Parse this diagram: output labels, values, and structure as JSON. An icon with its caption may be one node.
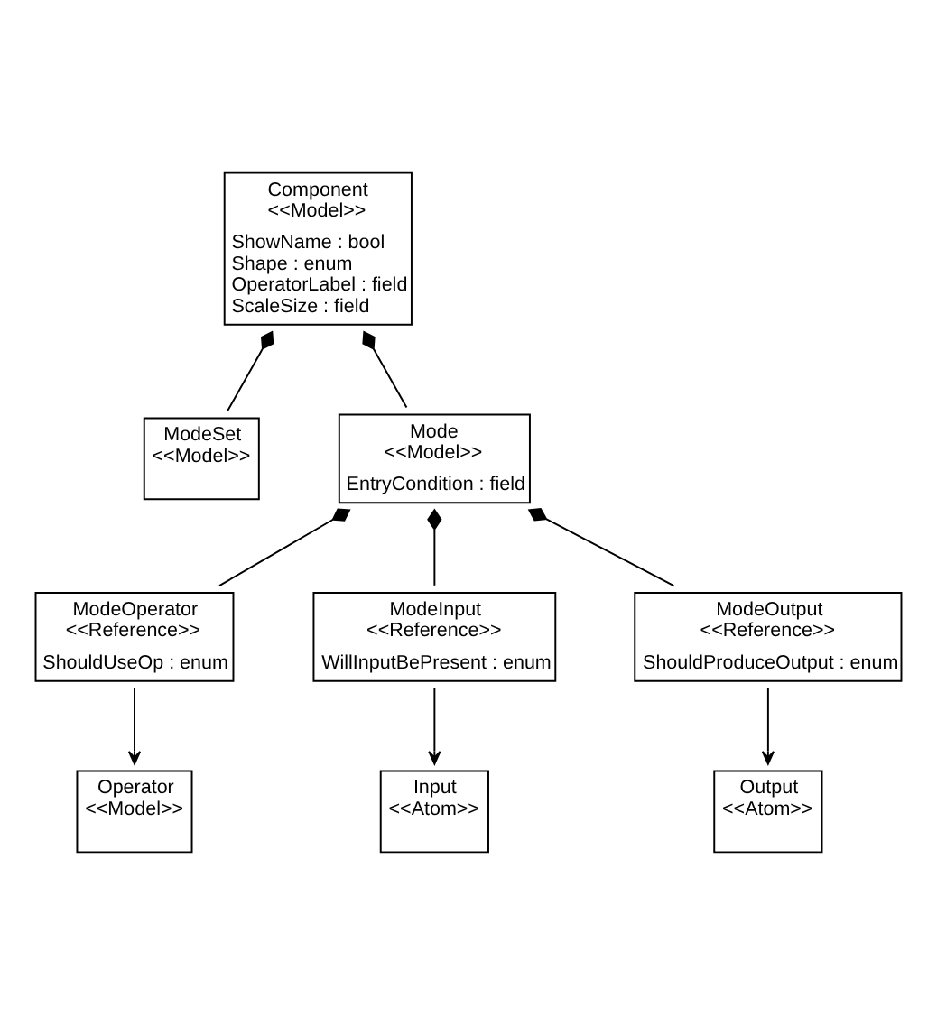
{
  "diagram": {
    "nodes": [
      {
        "text": [
          "Component",
          "<<Model>>",
          "ShowName : bool",
          "Shape : enum",
          "OperatorLabel : field",
          "ScaleSize : field"
        ]
      },
      {
        "text": [
          "ModeSet",
          "<<Model>>"
        ]
      },
      {
        "text": [
          "Mode",
          "<<Model>>",
          "EntryCondition : field"
        ]
      },
      {
        "text": [
          "Operator",
          "<<Model>>"
        ]
      },
      {
        "text": [
          "ModeOperator",
          "<<Reference>>",
          "ShouldUseOp : enum"
        ]
      },
      {
        "text": [
          "Input",
          "<<Atom>>"
        ]
      },
      {
        "text": [
          "ModeInput",
          "<<Reference>>",
          "WillInputBePresent : enum"
        ]
      },
      {
        "text": [
          "Output",
          "<<Atom>>"
        ]
      },
      {
        "text": [
          "ModeOutput",
          "<<Reference>>",
          "ShouldProduceOutput : enum"
        ]
      }
    ],
    "edges": [
      {
        "from": 0,
        "to": 1,
        "arrow": "other"
      },
      {
        "from": 0,
        "to": 2,
        "arrow": "other"
      },
      {
        "from": 2,
        "to": 4,
        "arrow": "other"
      },
      {
        "from": 2,
        "to": 6,
        "arrow": "other"
      },
      {
        "from": 2,
        "to": 8,
        "arrow": "other"
      },
      {
        "from": 4,
        "to": 3,
        "arrow": "to"
      },
      {
        "from": 6,
        "to": 5,
        "arrow": "to"
      },
      {
        "from": 8,
        "to": 7,
        "arrow": "to"
      }
    ]
  }
}
